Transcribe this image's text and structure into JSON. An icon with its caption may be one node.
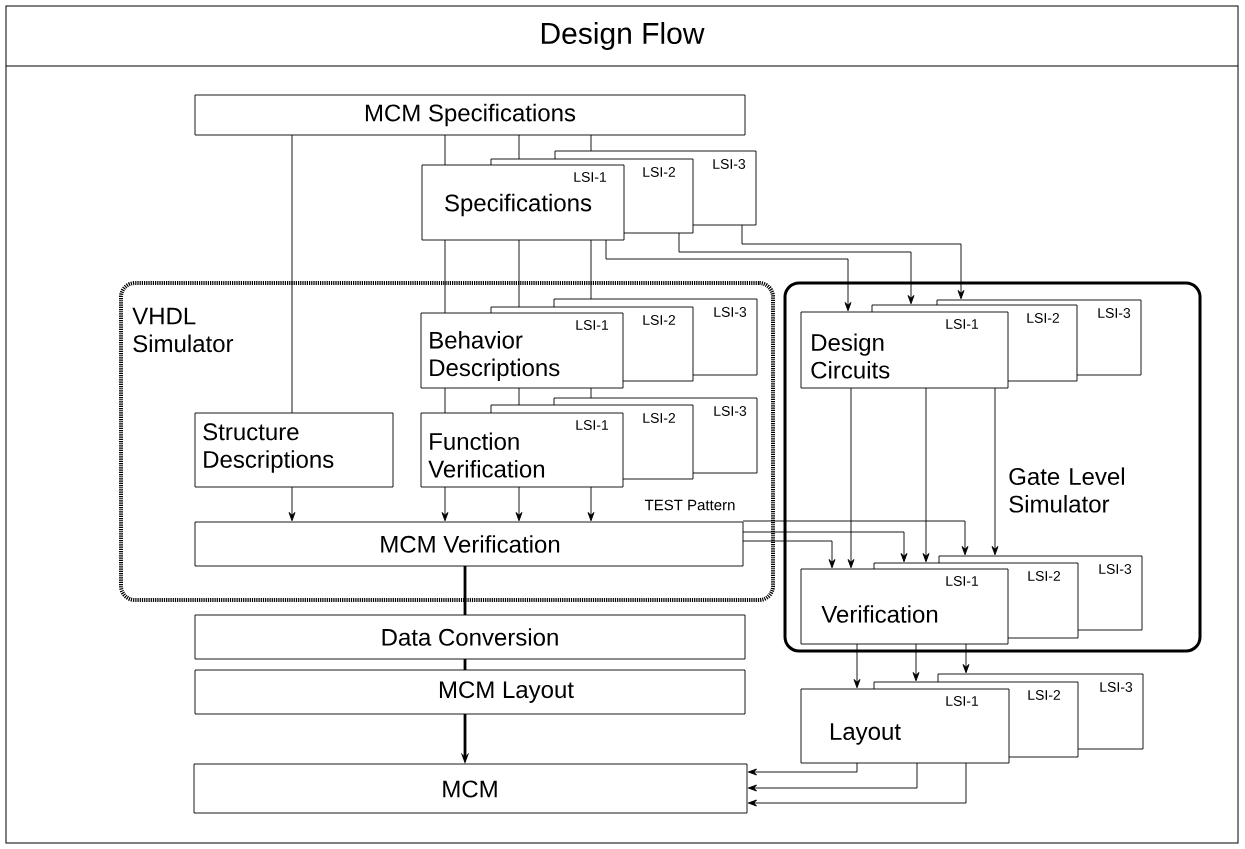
{
  "diagram": {
    "title": "Design Flow",
    "nodes": [
      {
        "text": [
          "MCM Specifications"
        ]
      },
      {
        "text": [
          "LSI-3",
          "LSI-2",
          "LSI-1",
          "Specifications"
        ]
      },
      {
        "text": [
          "VHDL Simulator"
        ]
      },
      {
        "text": [
          "LSI-3",
          "LSI-2",
          "LSI-1",
          "Behavior Descriptions"
        ],
        "in": 2
      },
      {
        "text": [
          "Structure Descriptions"
        ],
        "in": 2
      },
      {
        "text": [
          "LSI-3",
          "LSI-2",
          "LSI-1",
          "Function Verification"
        ],
        "in": 2
      },
      {
        "text": [
          "MCM Verification"
        ],
        "in": 2
      },
      {
        "text": [
          "Gate Level Simulator"
        ]
      },
      {
        "text": [
          "LSI-3",
          "LSI-2",
          "LSI-1",
          "Design Circuits"
        ],
        "in": 7
      },
      {
        "text": [
          "LSI-3",
          "LSI-2",
          "LSI-1",
          "Verification"
        ],
        "in": 7
      },
      {
        "text": [
          "Data Conversion"
        ]
      },
      {
        "text": [
          "MCM Layout"
        ]
      },
      {
        "text": [
          "LSI-3",
          "LSI-2",
          "LSI-1",
          "Layout"
        ]
      },
      {
        "text": [
          "MCM"
        ]
      }
    ],
    "edges": [
      {
        "from": 0,
        "to": 1,
        "arrow": "none"
      },
      {
        "from": 0,
        "to": 1,
        "arrow": "none"
      },
      {
        "from": 0,
        "to": 1,
        "arrow": "none"
      },
      {
        "from": 0,
        "to": 4,
        "arrow": "none"
      },
      {
        "from": 1,
        "to": 3,
        "arrow": "none"
      },
      {
        "from": 1,
        "to": 3,
        "arrow": "none"
      },
      {
        "from": 1,
        "to": 3,
        "arrow": "none"
      },
      {
        "from": 3,
        "to": 5,
        "arrow": "none"
      },
      {
        "from": 3,
        "to": 5,
        "arrow": "none"
      },
      {
        "from": 3,
        "to": 5,
        "arrow": "none"
      },
      {
        "from": 4,
        "to": 6,
        "arrow": "to"
      },
      {
        "from": 5,
        "to": 6,
        "arrow": "to"
      },
      {
        "from": 5,
        "to": 6,
        "arrow": "to"
      },
      {
        "from": 5,
        "to": 6,
        "arrow": "to"
      },
      {
        "from": 1,
        "to": 8,
        "arrow": "to"
      },
      {
        "from": 1,
        "to": 8,
        "arrow": "to"
      },
      {
        "from": 1,
        "to": 8,
        "arrow": "to"
      },
      {
        "from": 8,
        "to": 9,
        "arrow": "to"
      },
      {
        "from": 8,
        "to": 9,
        "arrow": "to"
      },
      {
        "from": 8,
        "to": 9,
        "arrow": "to"
      },
      {
        "from": 6,
        "to": 9,
        "arrow": "to"
      },
      {
        "from": 6,
        "to": 9,
        "arrow": "to"
      },
      {
        "from": 6,
        "to": 9,
        "arrow": "to",
        "label": "TEST Pattern"
      },
      {
        "from": 9,
        "to": 12,
        "arrow": "to"
      },
      {
        "from": 9,
        "to": 12,
        "arrow": "to"
      },
      {
        "from": 9,
        "to": 12,
        "arrow": "to"
      },
      {
        "from": 12,
        "to": 13,
        "arrow": "to"
      },
      {
        "from": 12,
        "to": 13,
        "arrow": "to"
      },
      {
        "from": 12,
        "to": 13,
        "arrow": "to"
      },
      {
        "from": 6,
        "to": 10,
        "arrow": "none",
        "style": "thick"
      },
      {
        "from": 10,
        "to": 11,
        "arrow": "none",
        "style": "thick"
      },
      {
        "from": 11,
        "to": 13,
        "arrow": "to",
        "style": "thick"
      }
    ]
  }
}
